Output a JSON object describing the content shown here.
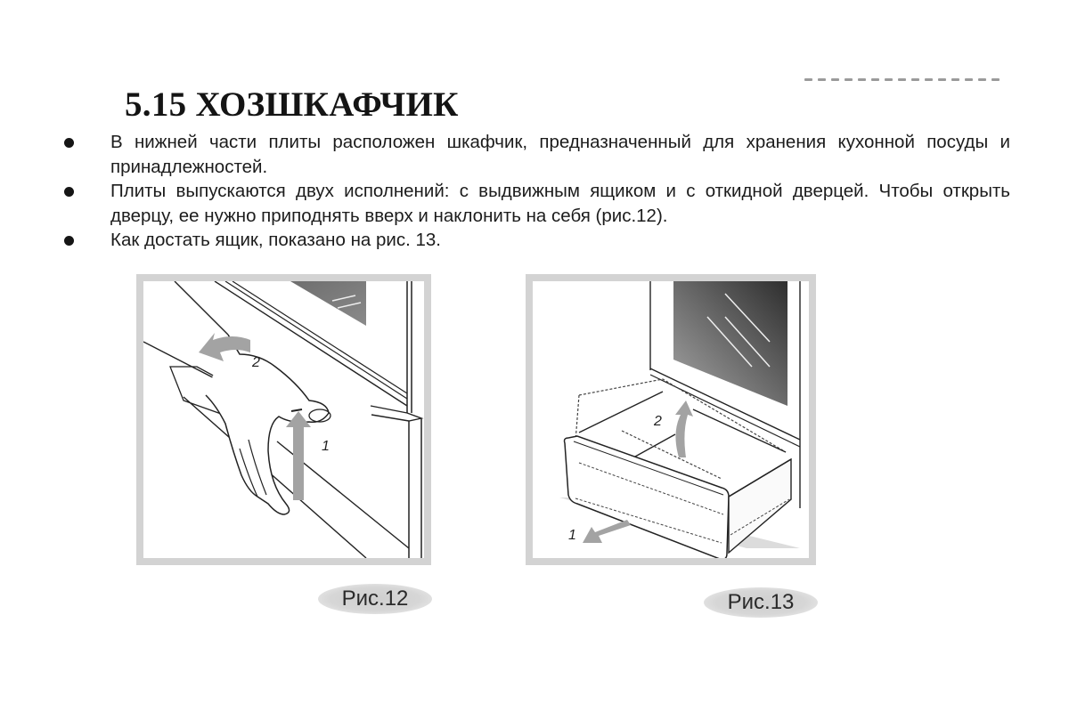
{
  "section": {
    "number": "5.15",
    "title": "5.15 ХОЗШКАФЧИК"
  },
  "bullets": [
    {
      "text": "В нижней части плиты расположен  шкафчик, предназначенный для хранения кухонной посуды и принадлежностей."
    },
    {
      "text": "Плиты выпускаются двух исполнений: с выдвижным ящиком и с откидной дверцей. Чтобы открыть дверцу, ее нужно приподнять вверх и наклонить на себя (рис.12)."
    },
    {
      "text": "Как достать ящик, показано на рис. 13."
    }
  ],
  "figures": [
    {
      "id": "fig12",
      "caption": "Рис.12",
      "description": "Hand lifting the hinged cabinet door up and tilting it toward you",
      "steps": [
        {
          "label": "1",
          "direction": "up",
          "icon": "arrow-up-icon"
        },
        {
          "label": "2",
          "direction": "tilt-toward",
          "icon": "curved-arrow-left-icon"
        }
      ]
    },
    {
      "id": "fig13",
      "caption": "Рис.13",
      "description": "Pull-out drawer removed: pull forward, then lift up",
      "steps": [
        {
          "label": "1",
          "direction": "pull-forward",
          "icon": "arrow-down-left-icon"
        },
        {
          "label": "2",
          "direction": "lift",
          "icon": "curved-arrow-up-icon"
        }
      ]
    }
  ],
  "colors": {
    "text": "#1c1c1c",
    "frame": "#d3d3d3",
    "arrow": "#9e9e9e",
    "glass_dark": "#4a4a4a",
    "caption_bg": "#d6d6d6"
  }
}
